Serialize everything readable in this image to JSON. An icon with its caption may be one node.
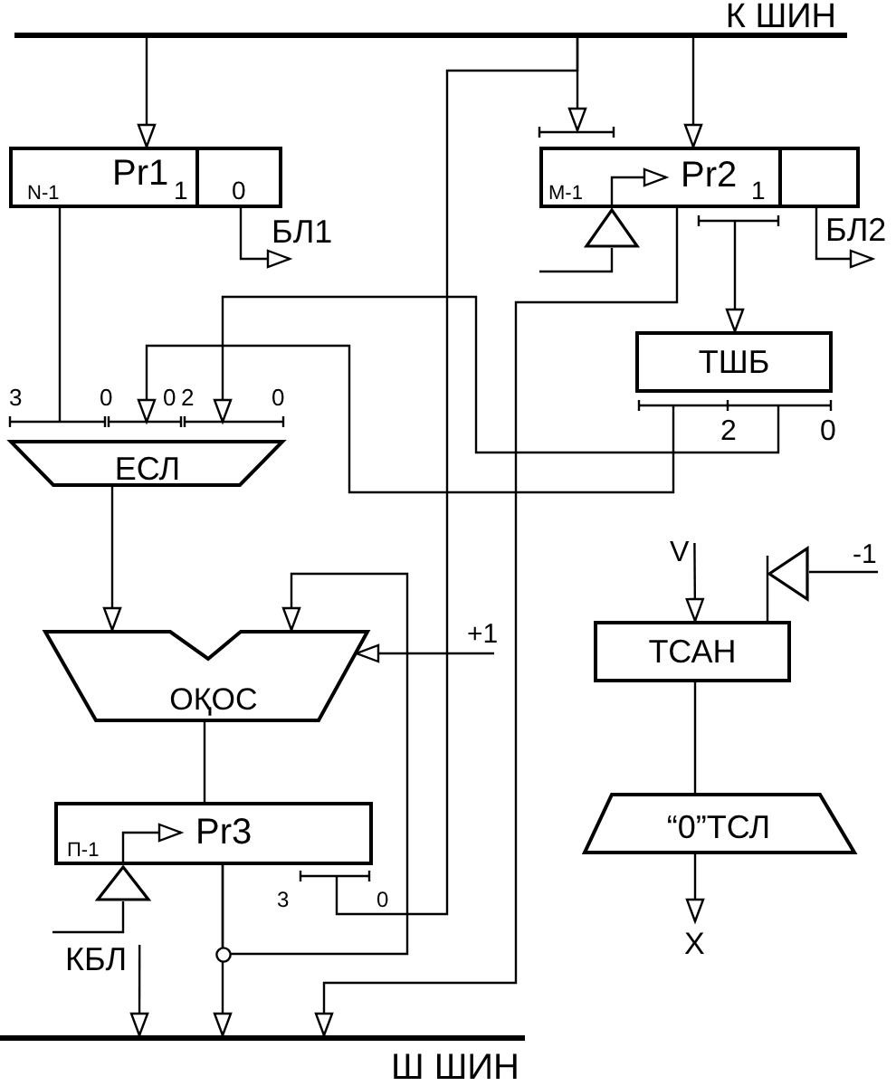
{
  "diagram": {
    "nodes": [
      {
        "text": [
          "К ШИН"
        ]
      },
      {
        "text": [
          "N-1",
          "Pr1",
          "1",
          "0"
        ]
      },
      {
        "text": [
          "M-1",
          "Pr2",
          "1"
        ]
      },
      {
        "text": [],
        "shape": "triangle"
      },
      {
        "text": [
          "БЛ1"
        ]
      },
      {
        "text": [
          "БЛ2"
        ]
      },
      {
        "text": [
          "ТШБ"
        ]
      },
      {
        "text": [
          "ЕСЛ"
        ]
      },
      {
        "text": [
          "V"
        ]
      },
      {
        "text": [
          "-1"
        ]
      },
      {
        "text": [],
        "shape": "triangle"
      },
      {
        "text": [
          "ОҚОС"
        ]
      },
      {
        "text": [
          "+1"
        ]
      },
      {
        "text": [
          "ТСАН"
        ]
      },
      {
        "text": [
          "П-1",
          "Pr3"
        ]
      },
      {
        "text": [],
        "shape": "triangle"
      },
      {
        "text": [
          "“0”ТСЛ"
        ]
      },
      {
        "text": [
          "КБЛ"
        ]
      },
      {
        "text": [
          "X"
        ]
      },
      {
        "text": [
          "Ш ШИН"
        ]
      }
    ],
    "edges": [
      {
        "from": 0,
        "to": 1,
        "arrow": "to"
      },
      {
        "from": 0,
        "to": 2,
        "arrow": "to"
      },
      {
        "from": 0,
        "to": 2,
        "arrow": "to"
      },
      {
        "from": 0,
        "to": 14,
        "arrow": "none"
      },
      {
        "from": 1,
        "to": 4,
        "arrow": "to"
      },
      {
        "from": 1,
        "to": 7,
        "arrow": "none"
      },
      {
        "from": 2,
        "to": 5,
        "arrow": "to"
      },
      {
        "from": 2,
        "to": 6,
        "arrow": "to"
      },
      {
        "from": 2,
        "to": 19,
        "arrow": "to"
      },
      {
        "from": null,
        "to": 3,
        "arrow": "none"
      },
      {
        "from": 3,
        "to": 2,
        "arrow": "to"
      },
      {
        "from": 6,
        "to": 7,
        "arrow": "to"
      },
      {
        "from": 6,
        "to": 7,
        "arrow": "to"
      },
      {
        "from": 7,
        "to": 11,
        "arrow": "to"
      },
      {
        "from": 8,
        "to": 13,
        "arrow": "to"
      },
      {
        "from": 9,
        "to": 10,
        "arrow": "none"
      },
      {
        "from": 10,
        "to": 13,
        "arrow": "none"
      },
      {
        "from": 12,
        "to": 11,
        "arrow": "to"
      },
      {
        "from": 11,
        "to": 14,
        "arrow": "none"
      },
      {
        "from": 13,
        "to": 16,
        "arrow": "none"
      },
      {
        "from": 14,
        "to": 19,
        "arrow": "to"
      },
      {
        "from": 14,
        "to": 11,
        "arrow": "to"
      },
      {
        "from": 17,
        "to": 15,
        "arrow": "none"
      },
      {
        "from": 15,
        "to": 14,
        "arrow": "to"
      },
      {
        "from": 17,
        "to": 19,
        "arrow": "to"
      },
      {
        "from": 16,
        "to": 18,
        "arrow": "to"
      }
    ],
    "labels": [
      "3",
      "0",
      "0",
      "2",
      "0",
      "2",
      "0",
      "3",
      "0"
    ]
  }
}
